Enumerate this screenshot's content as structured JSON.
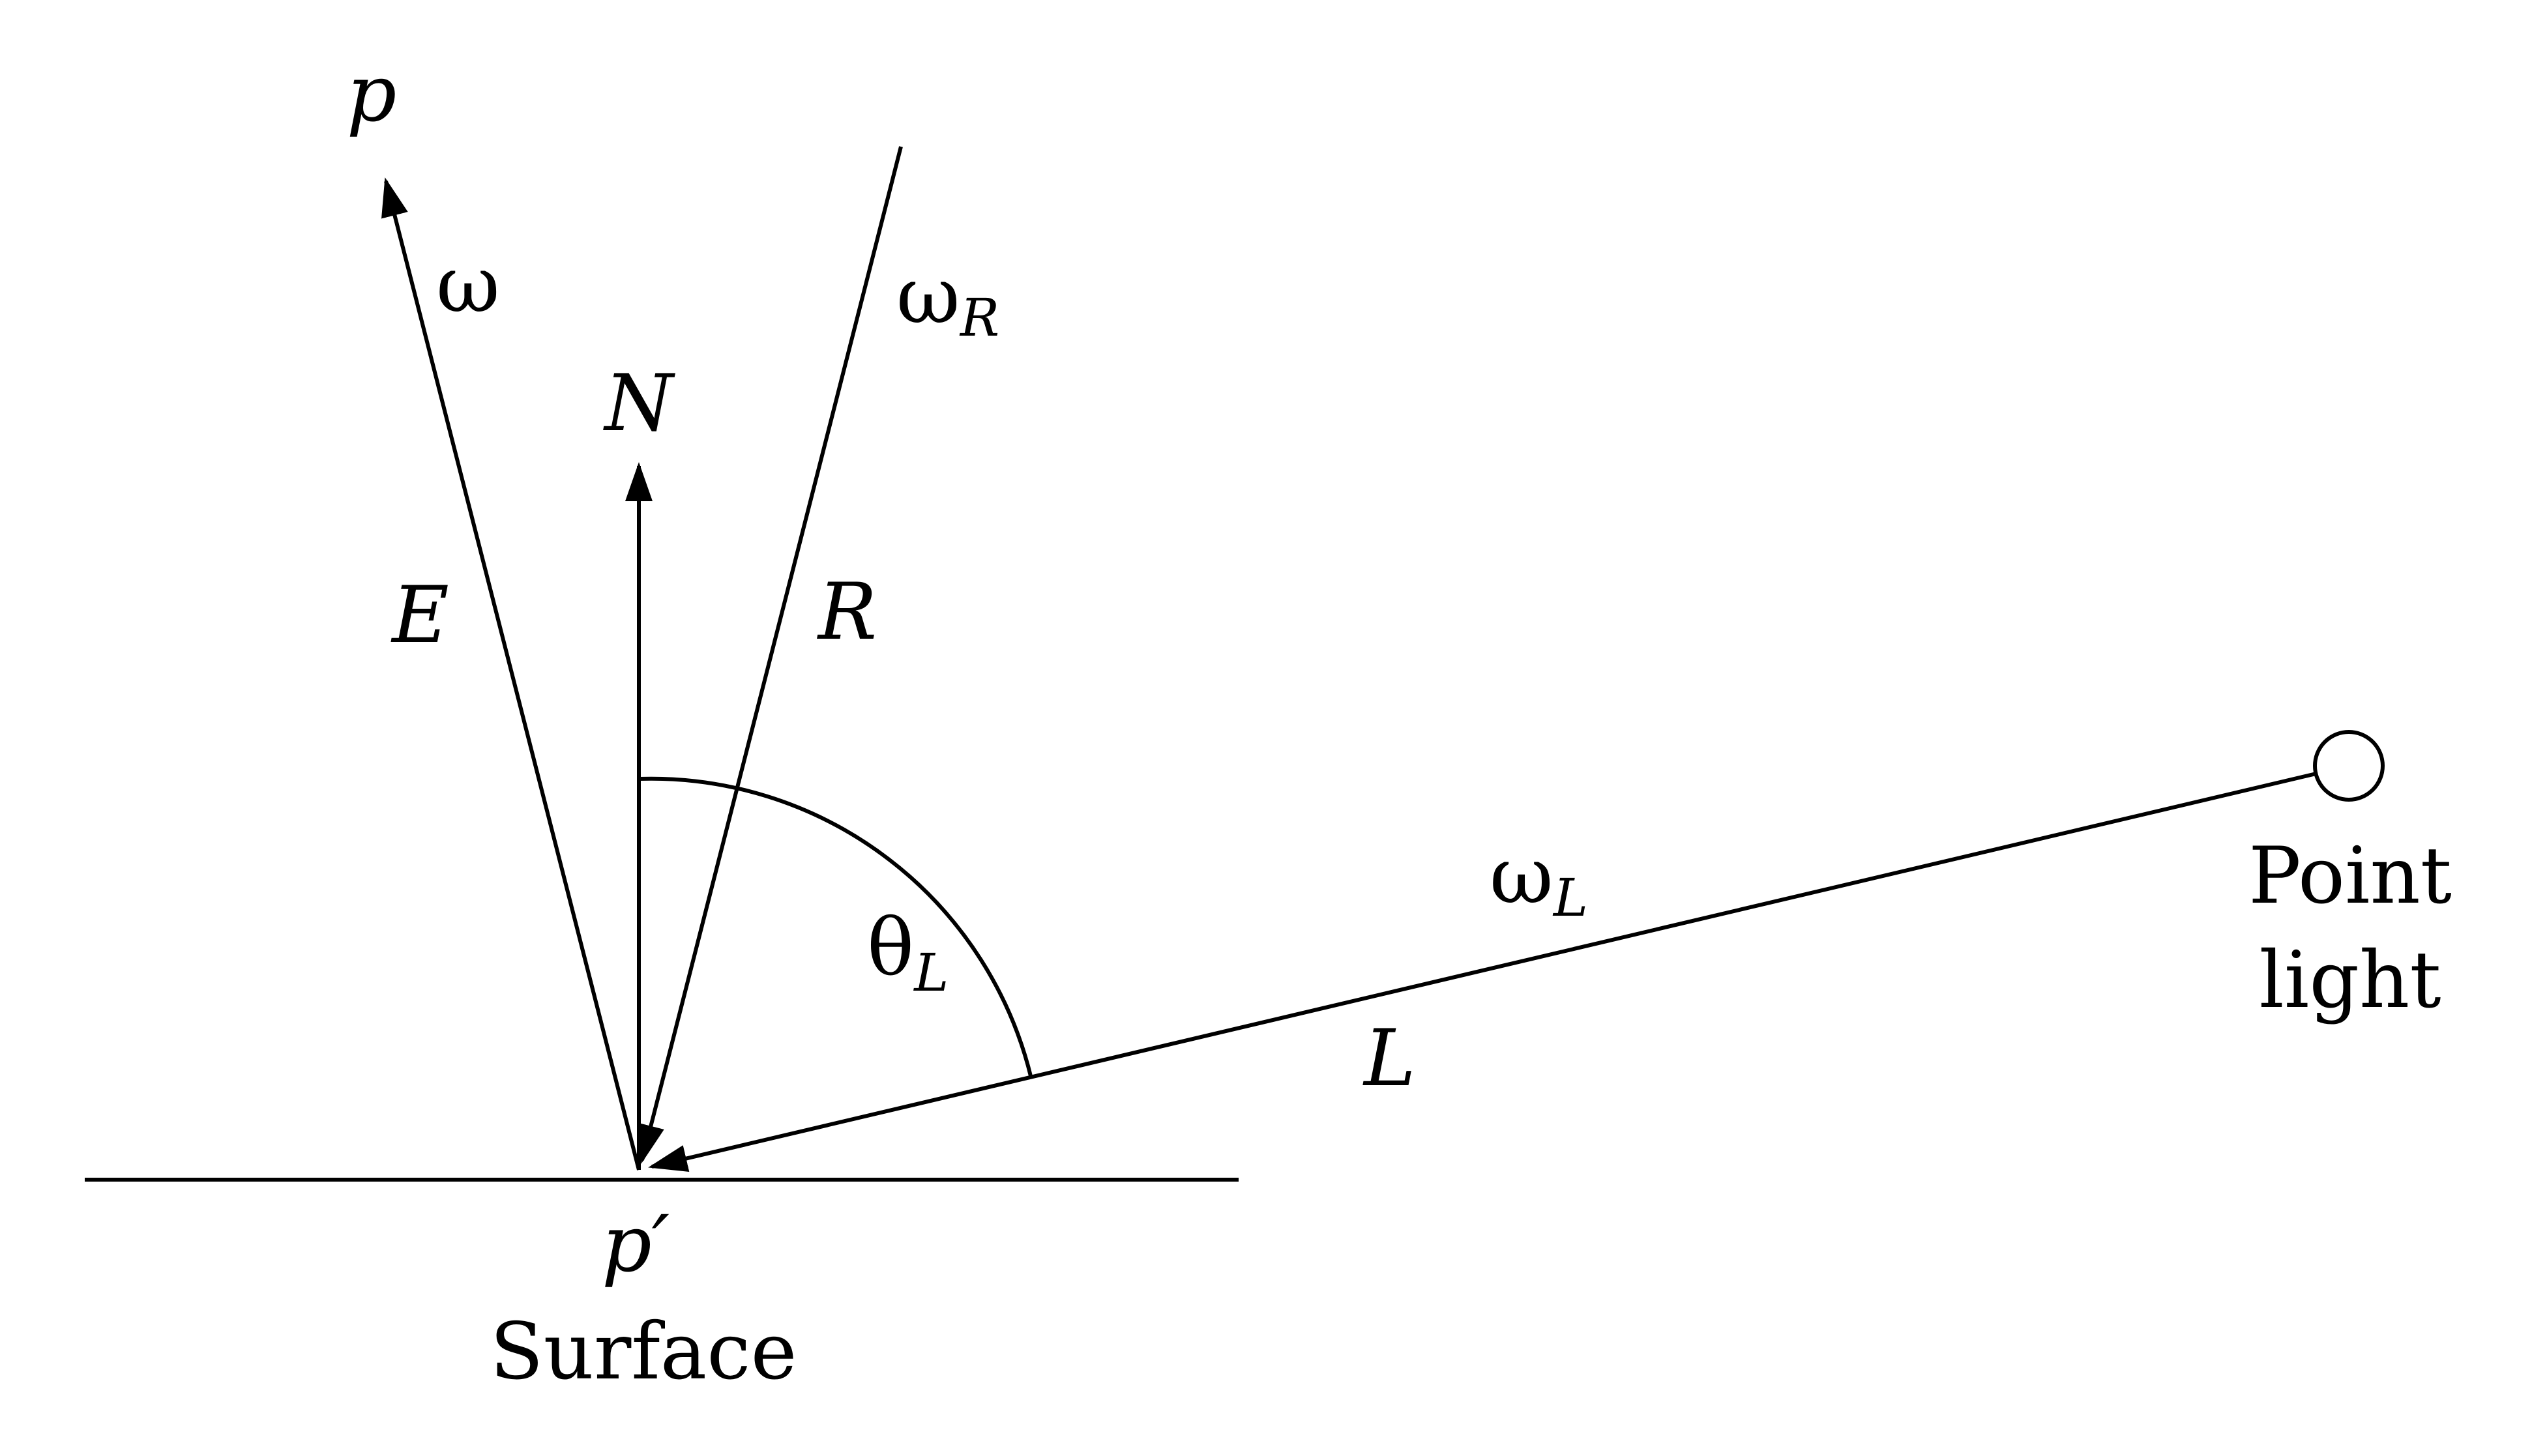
{
  "labels": {
    "p": "p",
    "omega": "ω",
    "omega_r": "ω",
    "omega_r_sub": "R",
    "normal": "N",
    "eye_vector": "E",
    "reflect_vector": "R",
    "theta": "θ",
    "theta_sub": "L",
    "omega_l": "ω",
    "omega_l_sub": "L",
    "light_vector": "L",
    "point_light_line1": "Point",
    "point_light_line2": "light",
    "p_prime": "p′",
    "surface": "Surface"
  },
  "colors": {
    "stroke": "#000000",
    "background": "#ffffff"
  }
}
